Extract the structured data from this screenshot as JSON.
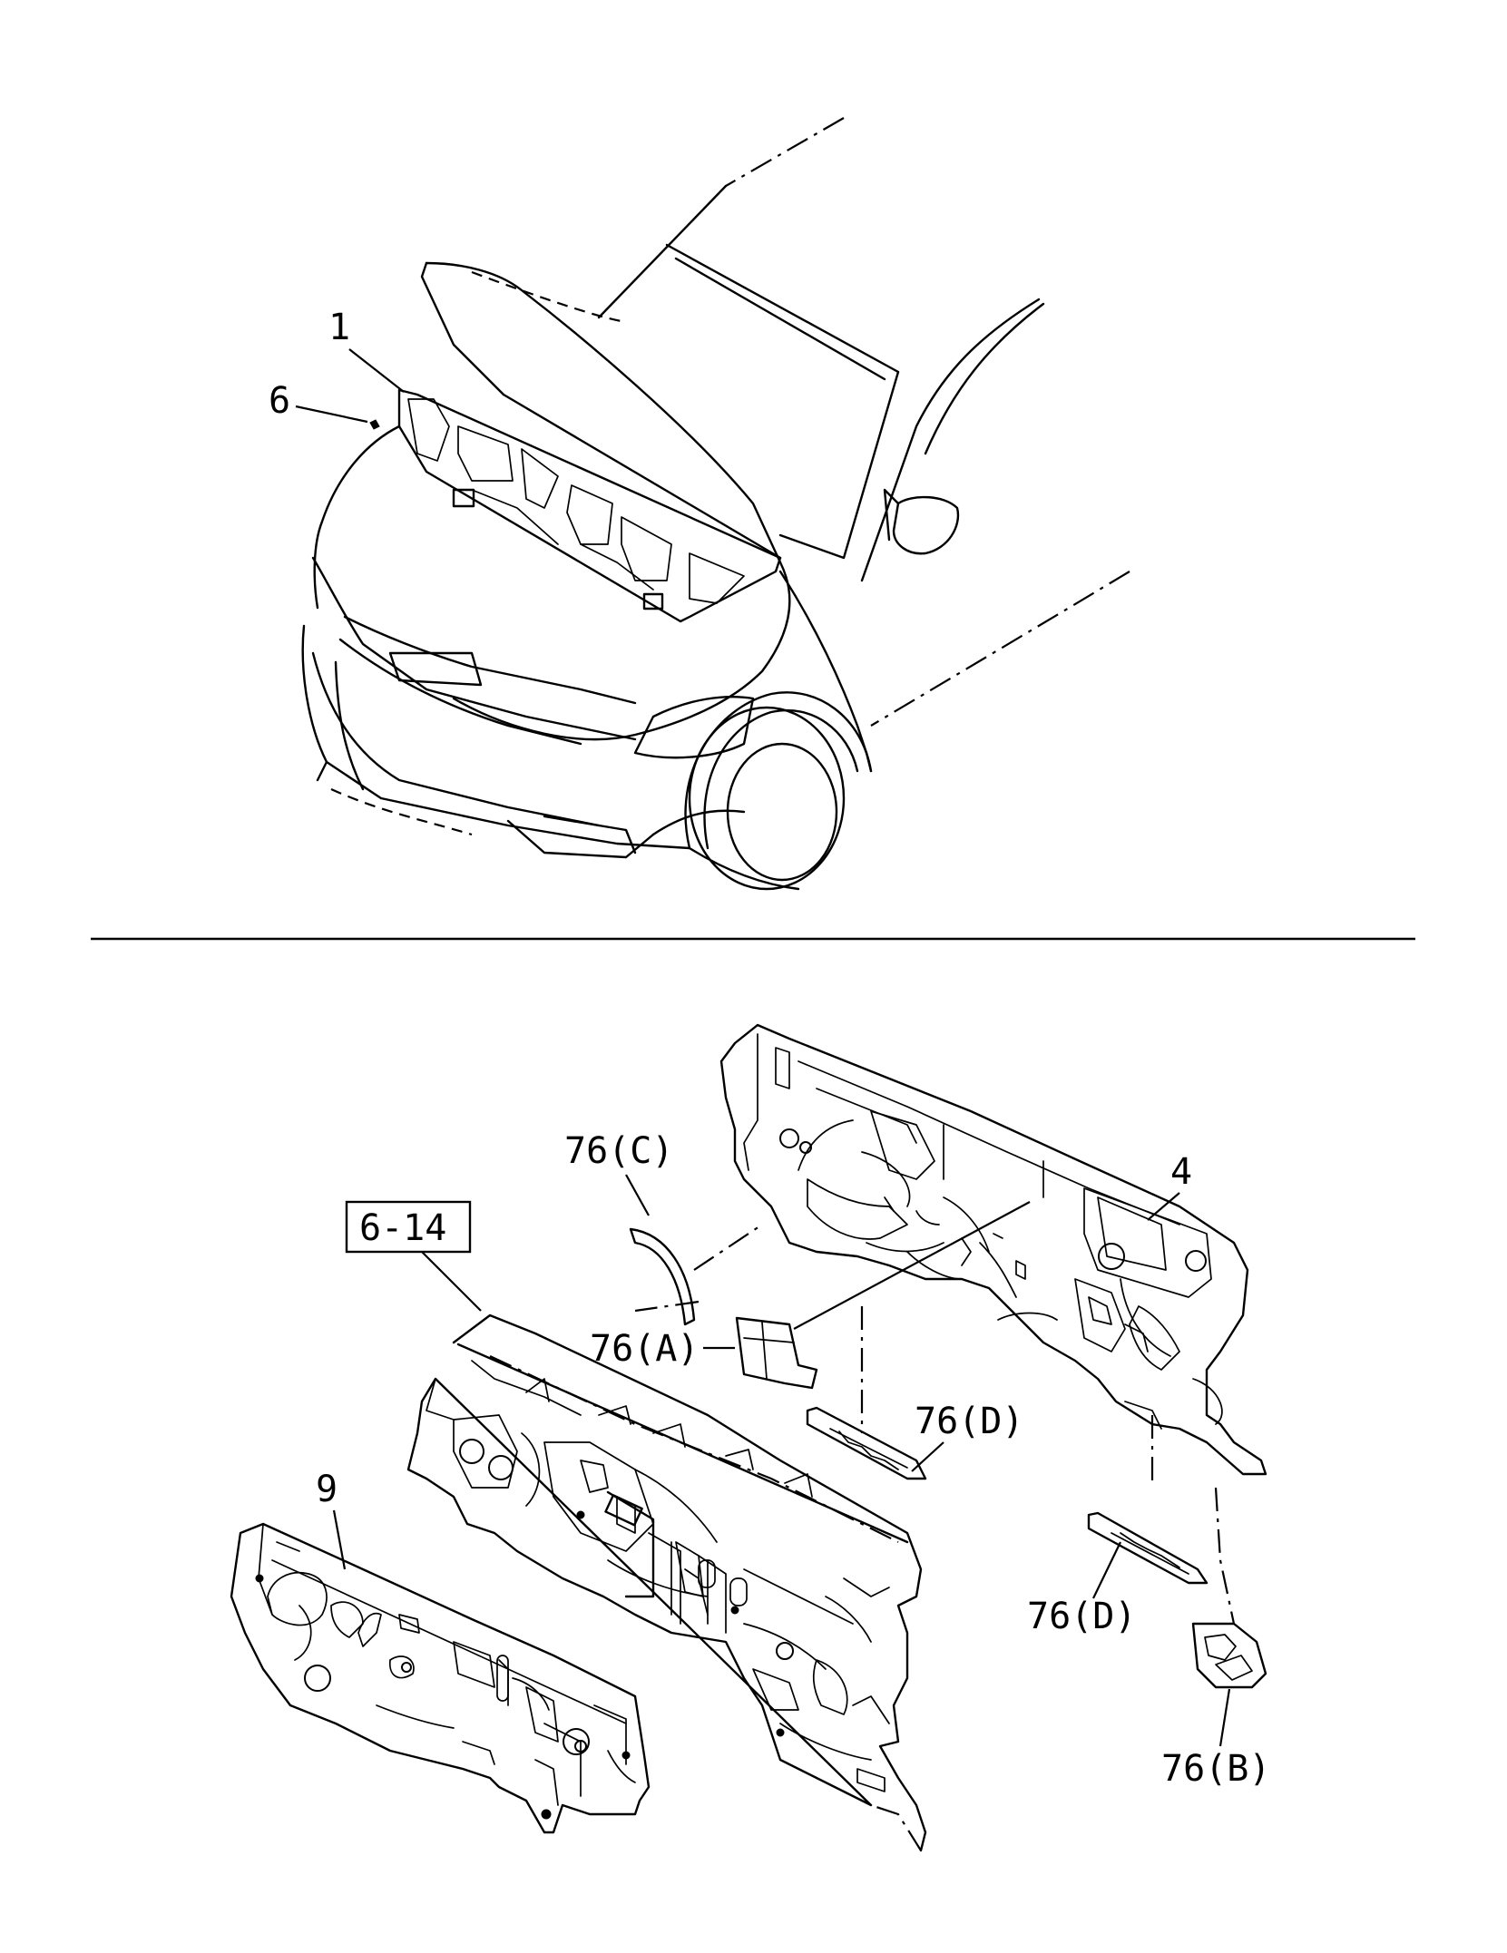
{
  "callouts": {
    "hood_insulator": "1",
    "clip": "6",
    "dash_insulator": "4",
    "dash_panel_ref": "6-14",
    "dash_panel_lower": "9",
    "pad_a": "76(A)",
    "pad_b": "76(B)",
    "pad_c": "76(C)",
    "pad_d_upper": "76(D)",
    "pad_d_lower": "76(D)"
  },
  "colors": {
    "line": "#000000",
    "background": "#ffffff"
  }
}
